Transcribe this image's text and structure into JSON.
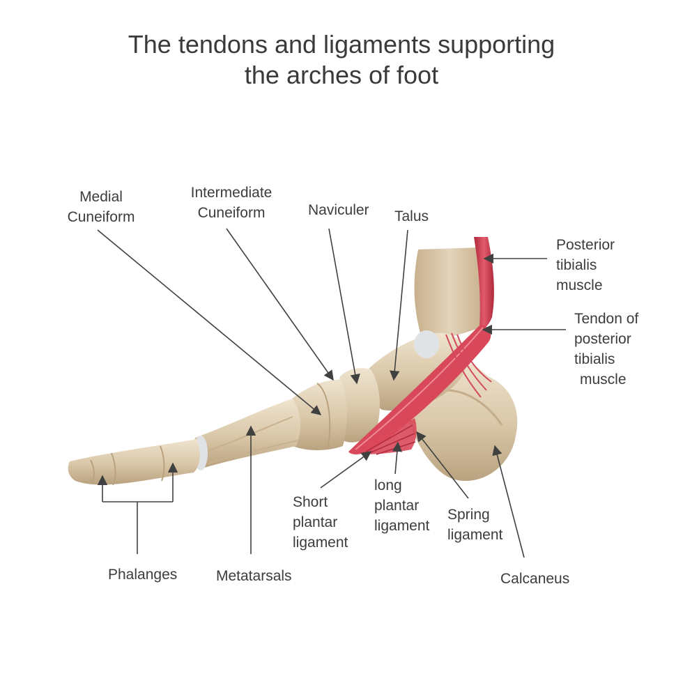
{
  "title": {
    "line1": "The tendons and ligaments supporting",
    "line2": "the arches of foot"
  },
  "labels": {
    "medial_cuneiform": [
      "Medial",
      "Cuneiform"
    ],
    "intermediate_cuneiform": [
      "Intermediate",
      "Cuneiform"
    ],
    "naviculer": "Naviculer",
    "talus": "Talus",
    "posterior_tibialis_muscle": [
      "Posterior",
      "tibialis",
      "muscle"
    ],
    "tendon_posterior_tibialis": [
      "Tendon of",
      "posterior",
      "tibialis",
      "muscle"
    ],
    "short_plantar_ligament": [
      "Short",
      "plantar",
      "ligament"
    ],
    "long_plantar_ligament": [
      "long",
      "plantar",
      "ligament"
    ],
    "spring_ligament": [
      "Spring",
      "ligament"
    ],
    "calcaneus": "Calcaneus",
    "phalanges": "Phalanges",
    "metatarsals": "Metatarsals"
  },
  "colors": {
    "bone": "#d9c7a8",
    "bone_shadow": "#b9a27f",
    "bone_highlight": "#efe4cf",
    "cartilage": "#dfe3e6",
    "muscle": "#d9485a",
    "muscle_dark": "#b02a3c",
    "leader": "#404040"
  }
}
